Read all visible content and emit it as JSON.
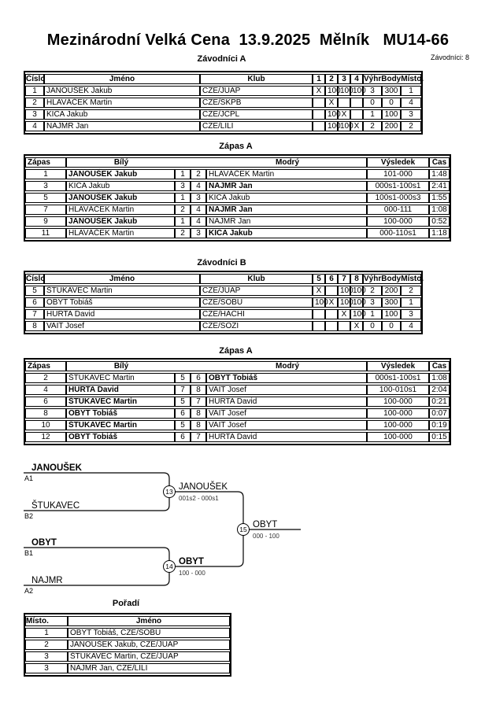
{
  "page": {
    "title": "Mezinárodní Velká Cena  13.9.2025  Mělník   MU14-66",
    "competitors_label": "Závodníci: 8"
  },
  "group_a": {
    "title": "Závodníci A",
    "headers": {
      "cislo": "Číslo",
      "jmeno": "Jméno",
      "klub": "Klub",
      "c1": "1",
      "c2": "2",
      "c3": "3",
      "c4": "4",
      "vyhr": "Výhr",
      "body": "Body",
      "misto": "Místo."
    },
    "rows": [
      {
        "cislo": "1",
        "jmeno": "JANOUŠEK Jakub",
        "klub": "CZE/JUAP",
        "r1": "X",
        "r2": "100",
        "r3": "100",
        "r4": "100",
        "vyhr": "3",
        "body": "300",
        "misto": "1"
      },
      {
        "cislo": "2",
        "jmeno": "HLAVÁČEK Martin",
        "klub": "CZE/SKPB",
        "r1": "",
        "r2": "X",
        "r3": "",
        "r4": "",
        "vyhr": "0",
        "body": "0",
        "misto": "4"
      },
      {
        "cislo": "3",
        "jmeno": "KICA Jakub",
        "klub": "CZE/JCPL",
        "r1": "",
        "r2": "100",
        "r3": "X",
        "r4": "",
        "vyhr": "1",
        "body": "100",
        "misto": "3"
      },
      {
        "cislo": "4",
        "jmeno": "NAJMR Jan",
        "klub": "CZE/LILI",
        "r1": "",
        "r2": "100",
        "r3": "100",
        "r4": "X",
        "vyhr": "2",
        "body": "200",
        "misto": "2"
      }
    ]
  },
  "matches_a": {
    "title": "Zápas A",
    "headers": {
      "zapas": "Zápas",
      "bily": "Bílý",
      "modry": "Modrý",
      "vysledek": "Výsledek",
      "cas": "Čas"
    },
    "rows": [
      {
        "zapas": "1",
        "bily": "JANOUŠEK Jakub",
        "n1": "1",
        "n2": "2",
        "modry": "HLAVÁČEK Martin",
        "vysledek": "101-000",
        "cas": "1:48"
      },
      {
        "zapas": "3",
        "bily": "KICA Jakub",
        "n1": "3",
        "n2": "4",
        "modry": "NAJMR Jan",
        "vysledek": "000s1-100s1",
        "cas": "2:41"
      },
      {
        "zapas": "5",
        "bily": "JANOUŠEK Jakub",
        "n1": "1",
        "n2": "3",
        "modry": "KICA Jakub",
        "vysledek": "100s1-000s3",
        "cas": "1:55"
      },
      {
        "zapas": "7",
        "bily": "HLAVÁČEK Martin",
        "n1": "2",
        "n2": "4",
        "modry": "NAJMR Jan",
        "vysledek": "000-111",
        "cas": "1:08"
      },
      {
        "zapas": "9",
        "bily": "JANOUŠEK Jakub",
        "n1": "1",
        "n2": "4",
        "modry": "NAJMR Jan",
        "vysledek": "100-000",
        "cas": "0:52"
      },
      {
        "zapas": "11",
        "bily": "HLAVÁČEK Martin",
        "n1": "2",
        "n2": "3",
        "modry": "KICA Jakub",
        "vysledek": "000-110s1",
        "cas": "1:18"
      }
    ]
  },
  "group_b": {
    "title": "Závodníci B",
    "headers": {
      "cislo": "Číslo",
      "jmeno": "Jméno",
      "klub": "Klub",
      "c1": "5",
      "c2": "6",
      "c3": "7",
      "c4": "8",
      "vyhr": "Výhr",
      "body": "Body",
      "misto": "Místo."
    },
    "rows": [
      {
        "cislo": "5",
        "jmeno": "ŠTUKAVEC Martin",
        "klub": "CZE/JUAP",
        "r1": "X",
        "r2": "",
        "r3": "100",
        "r4": "100",
        "vyhr": "2",
        "body": "200",
        "misto": "2"
      },
      {
        "cislo": "6",
        "jmeno": "OBYT Tobiáš",
        "klub": "CZE/SOBU",
        "r1": "100",
        "r2": "X",
        "r3": "100",
        "r4": "100",
        "vyhr": "3",
        "body": "300",
        "misto": "1"
      },
      {
        "cislo": "7",
        "jmeno": "HURTA David",
        "klub": "CZE/HACHI",
        "r1": "",
        "r2": "",
        "r3": "X",
        "r4": "100",
        "vyhr": "1",
        "body": "100",
        "misto": "3"
      },
      {
        "cislo": "8",
        "jmeno": "VAIT Josef",
        "klub": "CZE/SOZI",
        "r1": "",
        "r2": "",
        "r3": "",
        "r4": "X",
        "vyhr": "0",
        "body": "0",
        "misto": "4"
      }
    ]
  },
  "matches_b": {
    "title": "Zápas A",
    "headers": {
      "zapas": "Zápas",
      "bily": "Bílý",
      "modry": "Modrý",
      "vysledek": "Výsledek",
      "cas": "Čas"
    },
    "rows": [
      {
        "zapas": "2",
        "bily": "ŠTUKAVEC Martin",
        "n1": "5",
        "n2": "6",
        "modry": "OBYT Tobiáš",
        "vysledek": "000s1-100s1",
        "cas": "1:08"
      },
      {
        "zapas": "4",
        "bily": "HURTA David",
        "n1": "7",
        "n2": "8",
        "modry": "VAIT Josef",
        "vysledek": "100-010s1",
        "cas": "2:04"
      },
      {
        "zapas": "6",
        "bily": "ŠTUKAVEC Martin",
        "n1": "5",
        "n2": "7",
        "modry": "HURTA David",
        "vysledek": "100-000",
        "cas": "0:21"
      },
      {
        "zapas": "8",
        "bily": "OBYT Tobiáš",
        "n1": "6",
        "n2": "8",
        "modry": "VAIT Josef",
        "vysledek": "100-000",
        "cas": "0:07"
      },
      {
        "zapas": "10",
        "bily": "ŠTUKAVEC Martin",
        "n1": "5",
        "n2": "8",
        "modry": "VAIT Josef",
        "vysledek": "100-000",
        "cas": "0:19"
      },
      {
        "zapas": "12",
        "bily": "OBYT Tobiáš",
        "n1": "6",
        "n2": "7",
        "modry": "HURTA David",
        "vysledek": "100-000",
        "cas": "0:15"
      }
    ]
  },
  "bracket": {
    "slot1": {
      "name": "JANOUŠEK",
      "seed": "A1"
    },
    "slot2": {
      "name": "ŠTUKAVEC",
      "seed": "B2"
    },
    "slot3": {
      "name": "OBYT",
      "seed": "B1"
    },
    "slot4": {
      "name": "NAJMR",
      "seed": "A2"
    },
    "m13": {
      "number": "13",
      "winner": "JANOUŠEK",
      "score": "001s2 - 000s1"
    },
    "m14": {
      "number": "14",
      "winner": "OBYT",
      "score": "100 - 000"
    },
    "m15": {
      "number": "15",
      "winner": "OBYT",
      "score": "000 - 100"
    }
  },
  "standings": {
    "title": "Pořadí",
    "headers": {
      "misto": "Místo.",
      "jmeno": "Jméno"
    },
    "rows": [
      {
        "misto": "1",
        "jmeno": "OBYT Tobiáš, CZE/SOBU"
      },
      {
        "misto": "2",
        "jmeno": "JANOUŠEK Jakub, CZE/JUAP"
      },
      {
        "misto": "3",
        "jmeno": "ŠTUKAVEC Martin, CZE/JUAP"
      },
      {
        "misto": "3",
        "jmeno": "NAJMR Jan, CZE/LILI"
      }
    ]
  }
}
